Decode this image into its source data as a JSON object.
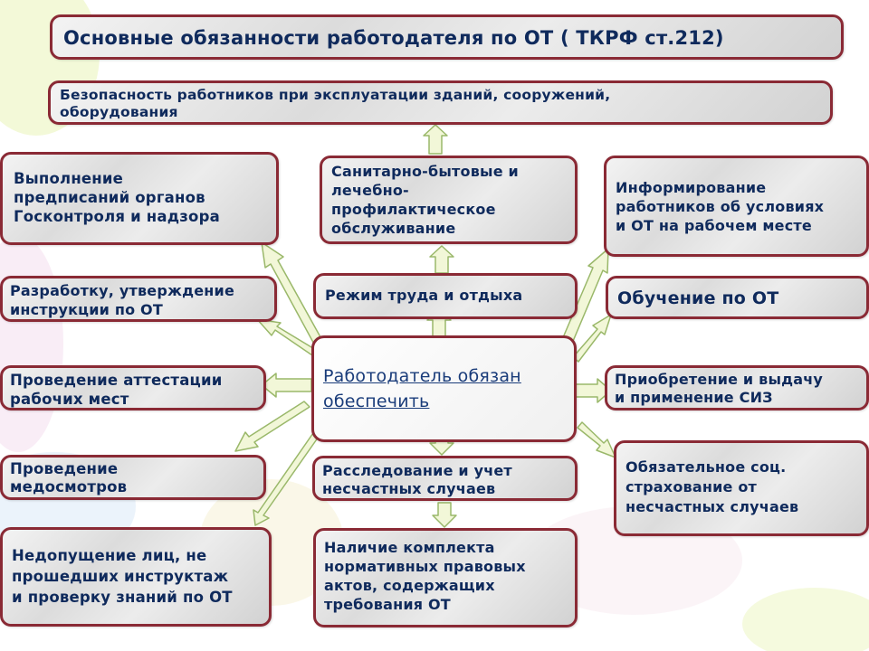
{
  "title": "Основные обязанности работодателя по ОТ ( ТКРФ ст.212)",
  "center": [
    "Работодатель обязан",
    "обеспечить"
  ],
  "boxes": {
    "safety": [
      "Безопасность работников при эксплуатации зданий, сооружений,",
      "оборудования"
    ],
    "orders": [
      "Выполнение",
      "предписаний органов",
      "Госконтроля и надзора"
    ],
    "sanitary": [
      "Санитарно-бытовые и",
      "лечебно-",
      "профилактическое",
      "обслуживание"
    ],
    "inform": [
      "Информирование",
      "работников об условиях",
      "и ОТ на рабочем месте"
    ],
    "instruct": [
      "Разработку, утверждение",
      "инструкции по ОТ"
    ],
    "regime": [
      "Режим труда и отдыха"
    ],
    "training": [
      "Обучение по ОТ"
    ],
    "attest": [
      "Проведение аттестации",
      "рабочих мест"
    ],
    "ppe": [
      "Приобретение и выдачу",
      "и применение СИЗ"
    ],
    "medical": [
      "Проведение",
      "медосмотров"
    ],
    "accidents": [
      "Расследование и учет",
      "несчастных случаев"
    ],
    "insurance": [
      "Обязательное соц.",
      "страхование от",
      "несчастных случаев"
    ],
    "admission": [
      "Недопущение лиц, не",
      "прошедших инструктаж",
      "и проверку знаний по ОТ"
    ],
    "acts": [
      "Наличие комплекта",
      "нормативных правовых",
      "актов, содержащих",
      "требования ОТ"
    ]
  },
  "colors": {
    "border": "#8a2a35",
    "text": "#0f2a5c",
    "arrow_fill": "#f2f7d8",
    "arrow_stroke": "#9ab86a"
  }
}
